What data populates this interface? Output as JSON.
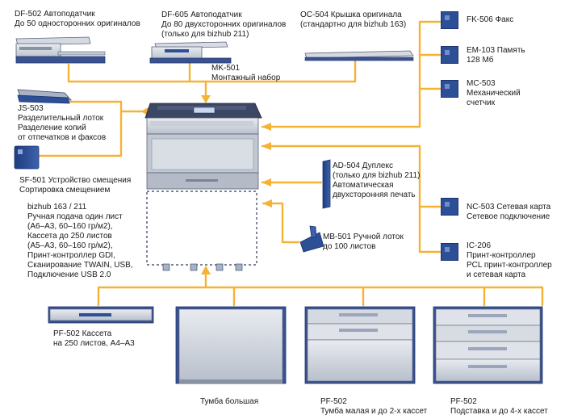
{
  "labels": {
    "df502": [
      "DF-502 Автоподатчик",
      "До 50 односторонних оригиналов"
    ],
    "df605": [
      "DF-605 Автоподатчик",
      "До 80 двухсторонних оригиналов",
      "(только для bizhub 211)"
    ],
    "oc504": [
      "OC-504 Крышка оригинала",
      "(стандартно для bizhub 163)"
    ],
    "mk501": [
      "MK-501",
      "Монтажный набор"
    ],
    "fk506": [
      "FK-506 Факс"
    ],
    "em103": [
      "EM-103 Память",
      "128 Мб"
    ],
    "mc503": [
      "MC-503",
      "Механический",
      "счетчик"
    ],
    "js503": [
      "JS-503",
      "Разделительный лоток",
      "Разделение копий",
      "от отпечатков и факсов"
    ],
    "sf501": [
      "SF-501 Устройство смещения",
      "Сортировка смещением"
    ],
    "ad504": [
      "AD-504 Дуплекс",
      "(только для bizhub 211)",
      "Автоматическая",
      "двухсторонняя печать"
    ],
    "nc503": [
      "NC-503 Сетевая карта",
      "Сетевое подключение"
    ],
    "bizhub": [
      "bizhub 163 / 211",
      "Ручная подача один лист",
      "(A6–A3, 60–160 гр/м2),",
      "Кассета до 250 листов",
      "(A5–A3, 60–160 гр/м2),",
      "Принт-контроллер GDI,",
      "Сканирование TWAIN, USB,",
      "Подключение USB 2.0"
    ],
    "mb501": [
      "MB-501 Ручной лоток",
      "до 100 листов"
    ],
    "ic206": [
      "IC-206",
      "Принт-контроллер",
      "PCL принт-контроллер",
      "и сетевая карта"
    ],
    "pf502a": [
      "PF-502 Кассета",
      "на 250 листов, A4–A3"
    ],
    "tumba": [
      "Тумба большая"
    ],
    "pf502b": [
      "PF-502",
      "Тумба малая и до 2-х кассет"
    ],
    "pf502c": [
      "PF-502",
      "Подставка и до 4-х кассет"
    ]
  },
  "colors": {
    "line": "#f5b335",
    "blue": "#2d4f96",
    "grey": "#a9b0bc",
    "frame": "#2f3a53"
  }
}
